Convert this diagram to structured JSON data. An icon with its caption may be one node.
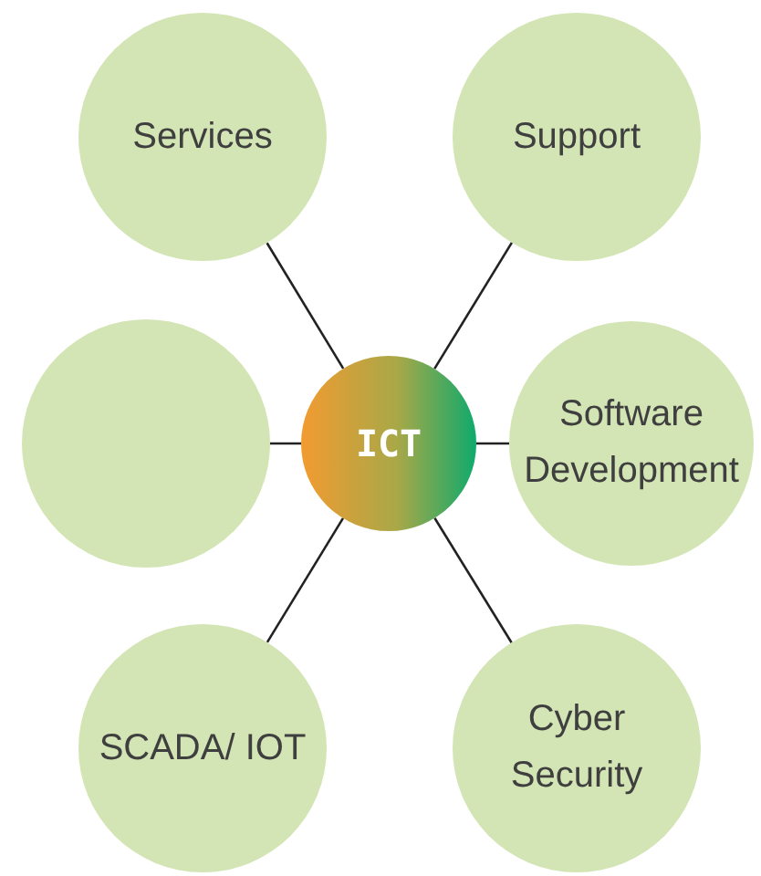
{
  "diagram": {
    "nodes": [
      {
        "text": [
          "Services"
        ]
      },
      {
        "text": [
          "Support"
        ]
      },
      {
        "text": [],
        "shape": "circle"
      },
      {
        "text": [
          "ICT"
        ]
      },
      {
        "text": [
          "Software Development"
        ]
      },
      {
        "text": [
          "SCADA/ IOT"
        ]
      },
      {
        "text": [
          "Cyber Security"
        ]
      }
    ],
    "edges": [
      {
        "from": 3,
        "to": 0,
        "arrow": "none"
      },
      {
        "from": 3,
        "to": 1,
        "arrow": "none"
      },
      {
        "from": 3,
        "to": 2,
        "arrow": "none"
      },
      {
        "from": 3,
        "to": 4,
        "arrow": "none"
      },
      {
        "from": 3,
        "to": 5,
        "arrow": "none"
      },
      {
        "from": 3,
        "to": 6,
        "arrow": "none"
      }
    ]
  }
}
